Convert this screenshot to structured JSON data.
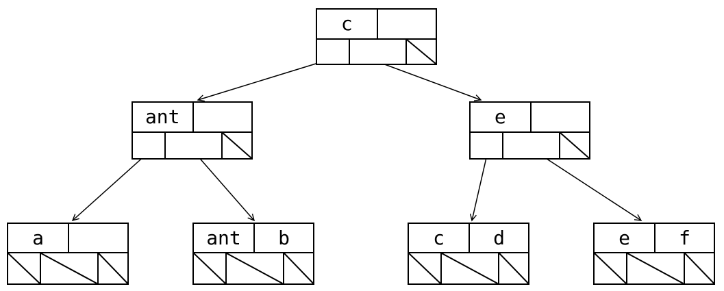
{
  "diagram": {
    "nodes": {
      "root": {
        "key1": "c",
        "key2": "",
        "null_pointers": [
          "ptr3"
        ]
      },
      "internal_left": {
        "key1": "ant",
        "key2": "",
        "null_pointers": [
          "ptr3"
        ]
      },
      "internal_right": {
        "key1": "e",
        "key2": "",
        "null_pointers": [
          "ptr3"
        ]
      },
      "leaf_a": {
        "key1": "a",
        "key2": "",
        "null_pointers": [
          "ptr1",
          "ptr2",
          "ptr3"
        ]
      },
      "leaf_ant_b": {
        "key1": "ant",
        "key2": "b",
        "null_pointers": [
          "ptr1",
          "ptr2",
          "ptr3"
        ]
      },
      "leaf_c_d": {
        "key1": "c",
        "key2": "d",
        "null_pointers": [
          "ptr1",
          "ptr2",
          "ptr3"
        ]
      },
      "leaf_e_f": {
        "key1": "e",
        "key2": "f",
        "null_pointers": [
          "ptr1",
          "ptr2",
          "ptr3"
        ]
      }
    },
    "edges": [
      {
        "from": "root",
        "from_pointer": 1,
        "to": "internal_left"
      },
      {
        "from": "root",
        "from_pointer": 2,
        "to": "internal_right"
      },
      {
        "from": "internal_left",
        "from_pointer": 1,
        "to": "leaf_a"
      },
      {
        "from": "internal_left",
        "from_pointer": 2,
        "to": "leaf_ant_b"
      },
      {
        "from": "internal_right",
        "from_pointer": 1,
        "to": "leaf_c_d"
      },
      {
        "from": "internal_right",
        "from_pointer": 2,
        "to": "leaf_e_f"
      }
    ],
    "colors": {
      "line": "#000000",
      "background": "#ffffff"
    }
  }
}
